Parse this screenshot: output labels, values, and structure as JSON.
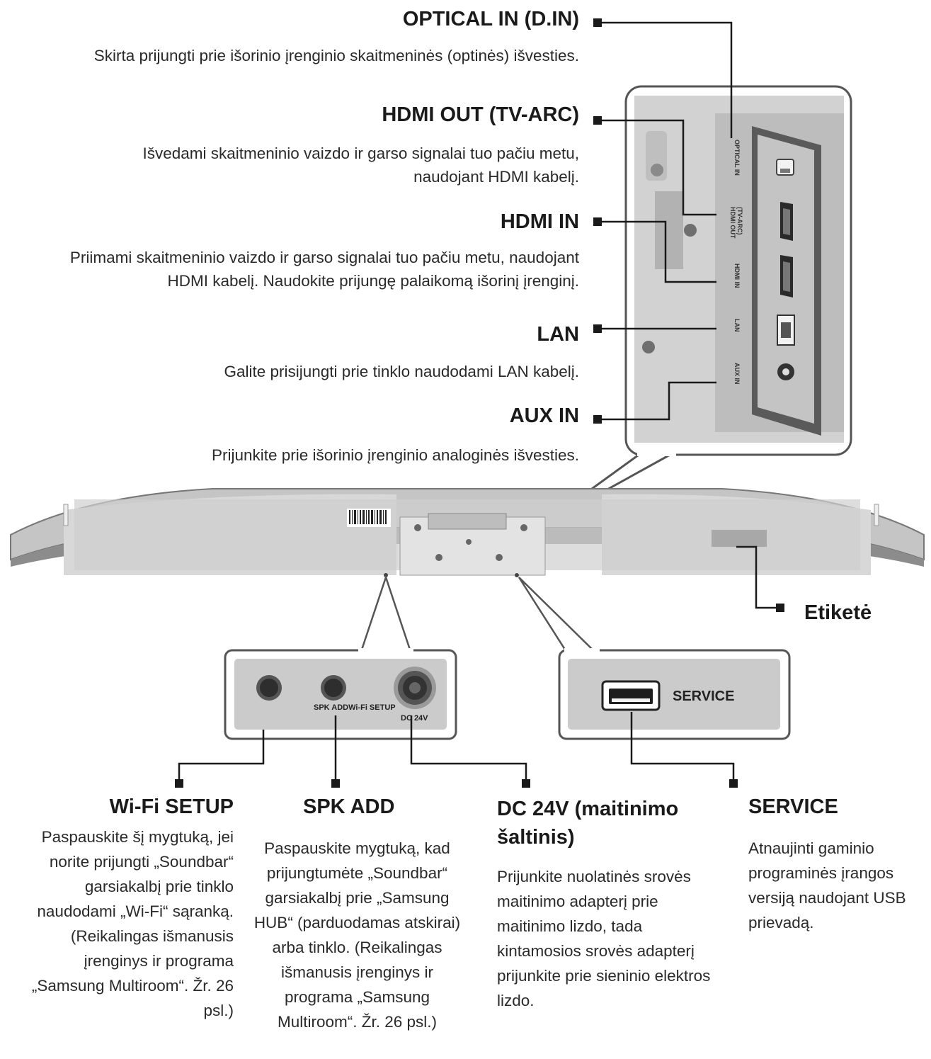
{
  "callouts": {
    "optical_in": {
      "title": "OPTICAL IN (D.IN)",
      "desc": "Skirta prijungti prie išorinio įrenginio skaitmeninės (optinės) išvesties."
    },
    "hdmi_out": {
      "title": "HDMI OUT (TV-ARC)",
      "desc": "Išvedami skaitmeninio vaizdo ir garso signalai tuo pačiu metu, naudojant HDMI kabelį."
    },
    "hdmi_in": {
      "title": "HDMI IN",
      "desc": "Priimami skaitmeninio vaizdo ir garso signalai tuo pačiu metu, naudojant HDMI kabelį. Naudokite prijungę palaikomą išorinį įrenginį."
    },
    "lan": {
      "title": "LAN",
      "desc": "Galite prisijungti prie tinklo naudodami LAN kabelį."
    },
    "aux_in": {
      "title": "AUX IN",
      "desc": "Prijunkite prie išorinio įrenginio analoginės išvesties."
    },
    "label": {
      "title": "Etiketė"
    },
    "wifi_setup": {
      "title": "Wi-Fi SETUP",
      "desc": "Paspauskite šį mygtuką, jei norite prijungti „Soundbar“ garsiakalbį prie tinklo naudodami „Wi-Fi“ sąranką. (Reikalingas išmanusis įrenginys ir programa „Samsung Multiroom“. Žr. 26 psl.)"
    },
    "spk_add": {
      "title": "SPK ADD",
      "desc": "Paspauskite mygtuką, kad prijungtumėte „Soundbar“ garsiakalbį prie „Samsung HUB“ (parduodamas atskirai) arba tinklo. (Reikalingas išmanusis įrenginys ir programa „Samsung Multiroom“. Žr. 26 psl.)"
    },
    "dc24v": {
      "title": "DC 24V (maitinimo šaltinis)",
      "desc": "Prijunkite nuolatinės srovės maitinimo adapterį prie maitinimo lizdo, tada kintamosios srovės adapterį prijunkite prie sieninio elektros lizdo."
    },
    "service": {
      "title": "SERVICE",
      "desc": "Atnaujinti gaminio programinės įrangos versiją naudojant USB prievadą."
    }
  },
  "panel_labels": {
    "optical": "OPTICAL IN",
    "hdmi_out_1": "HDMI OUT",
    "hdmi_out_2": "(TV-ARC)",
    "hdmi_in": "HDMI IN",
    "lan": "LAN",
    "aux": "AUX IN",
    "spk_add_wifi": "SPK ADDWi-Fi SETUP",
    "dc24v": "DC 24V",
    "service": "SERVICE"
  },
  "colors": {
    "panel_gray": "#c9c9c9",
    "line": "#1a1a1a"
  }
}
